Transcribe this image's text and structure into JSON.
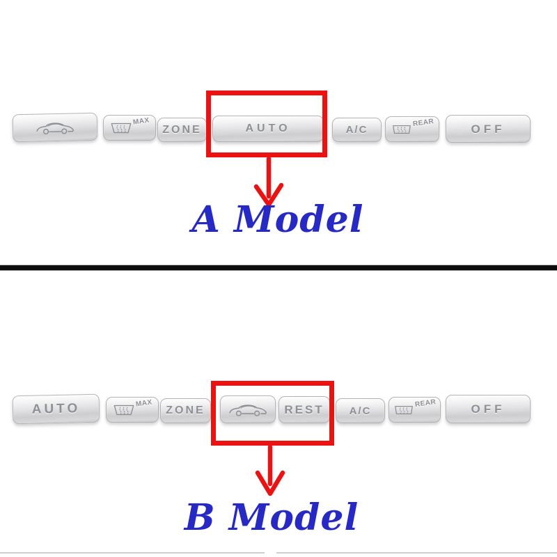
{
  "panel_a": {
    "model_label": "A Model",
    "buttons": [
      {
        "name": "recirculation",
        "icon": "car-side-icon",
        "label": ""
      },
      {
        "name": "front-defrost-max",
        "icon": "windshield-defrost-icon",
        "label": "MAX"
      },
      {
        "name": "zone",
        "label": "ZONE"
      },
      {
        "name": "auto",
        "label": "AUTO",
        "highlighted": true
      },
      {
        "name": "ac",
        "label": "A/C"
      },
      {
        "name": "rear-defrost",
        "icon": "rear-defrost-icon",
        "label": "REAR"
      },
      {
        "name": "off",
        "label": "OFF"
      }
    ]
  },
  "panel_b": {
    "model_label": "B Model",
    "buttons": [
      {
        "name": "auto",
        "label": "AUTO"
      },
      {
        "name": "front-defrost-max",
        "icon": "windshield-defrost-icon",
        "label": "MAX"
      },
      {
        "name": "zone",
        "label": "ZONE"
      },
      {
        "name": "recirculation",
        "icon": "car-side-icon",
        "label": "",
        "highlighted": true
      },
      {
        "name": "rest",
        "label": "REST",
        "highlighted": true
      },
      {
        "name": "ac",
        "label": "A/C"
      },
      {
        "name": "rear-defrost",
        "icon": "rear-defrost-icon",
        "label": "REAR"
      },
      {
        "name": "off",
        "label": "OFF"
      }
    ]
  },
  "colors": {
    "highlight_red": "#ec1212",
    "model_text_blue": "#2629c5",
    "button_label_gray": "#8d9094",
    "button_silver": "#d9d9db",
    "divider_black": "#0d0d0d"
  }
}
